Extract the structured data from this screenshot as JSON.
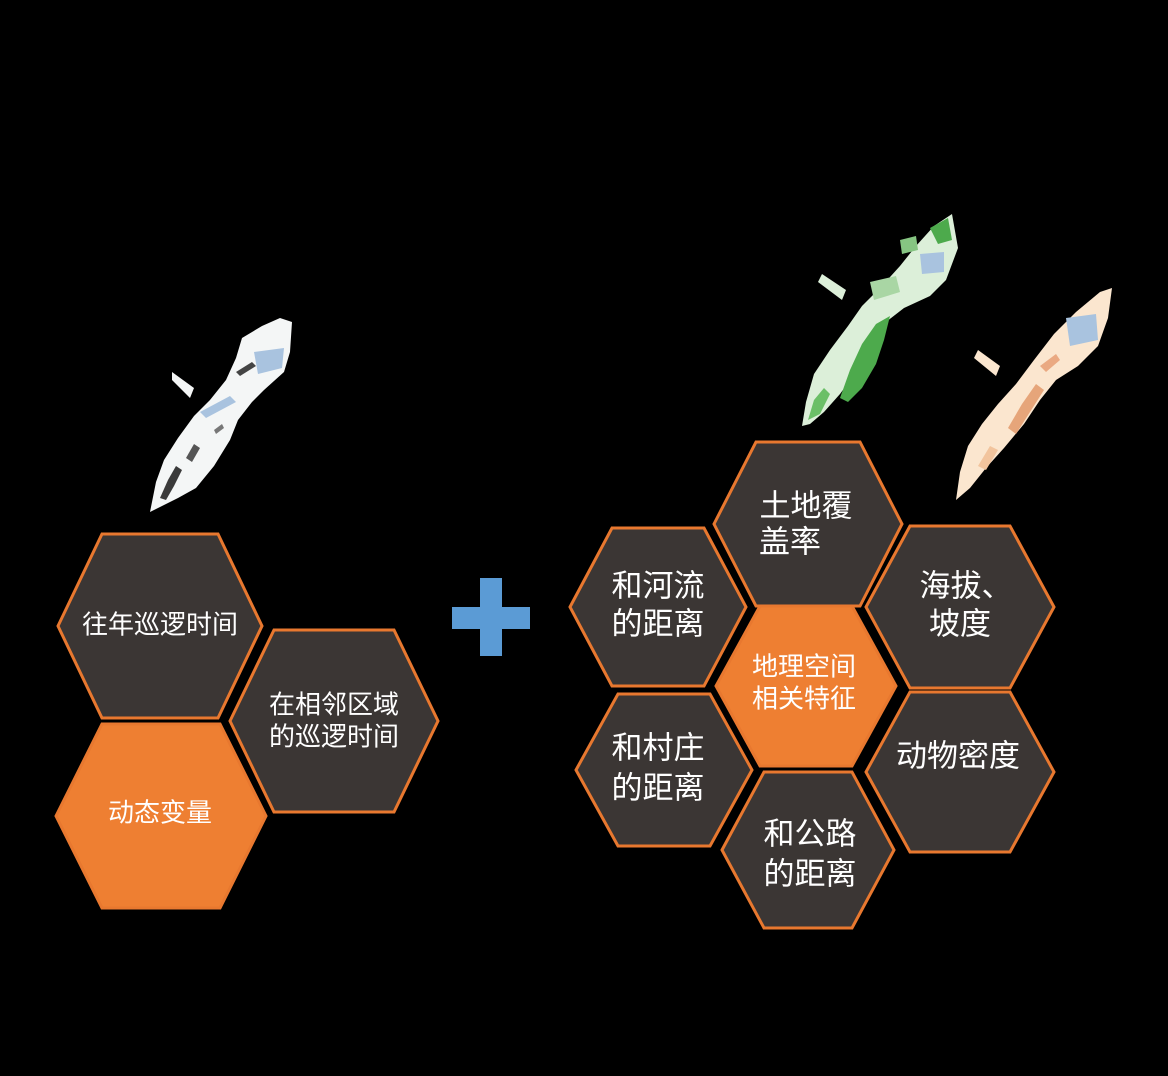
{
  "colors": {
    "background": "#000000",
    "hex_dark_fill": "#3b3634",
    "hex_border": "#e8782f",
    "hex_orange_fill": "#ee7f32",
    "plus_blue": "#5b9bd5",
    "label_text": "#ffffff"
  },
  "icons": {
    "plus": "plus-icon",
    "map_patrol": "map-icon",
    "map_landcover": "map-icon",
    "map_elevation": "map-icon"
  },
  "left_group": {
    "hex_past_patrol": {
      "lines": [
        "往年巡逻时间"
      ]
    },
    "hex_neighbor_patrol": {
      "lines": [
        "在相邻区域",
        "的巡逻时间"
      ]
    },
    "hex_dynamic_vars": {
      "lines": [
        "动态变量"
      ]
    }
  },
  "right_group": {
    "hex_land_cover": {
      "lines": [
        "土地覆",
        "盖率"
      ]
    },
    "hex_river_distance": {
      "lines": [
        "和河流",
        "的距离"
      ]
    },
    "hex_elevation_slope": {
      "lines": [
        "海拔、",
        "坡度"
      ]
    },
    "hex_geo_features": {
      "lines": [
        "地理空间",
        "相关特征"
      ]
    },
    "hex_village_distance": {
      "lines": [
        "和村庄",
        "的距离"
      ]
    },
    "hex_animal_density": {
      "lines": [
        "动物密度"
      ]
    },
    "hex_road_distance": {
      "lines": [
        "和公路",
        "的距离"
      ]
    }
  }
}
